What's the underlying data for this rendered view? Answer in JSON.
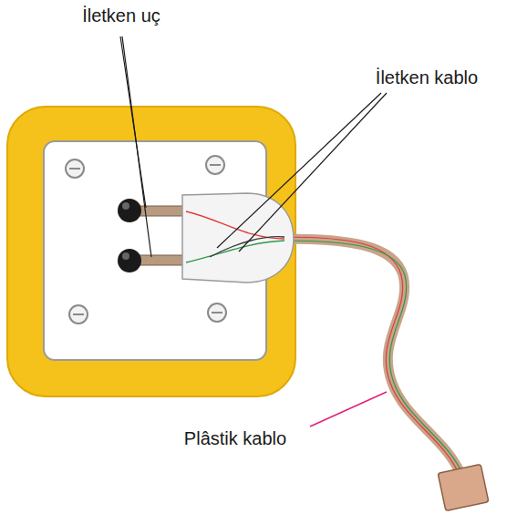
{
  "diagram": {
    "labels": [
      "İletken uç",
      "İletken kablo",
      "Plâstik kablo"
    ]
  }
}
